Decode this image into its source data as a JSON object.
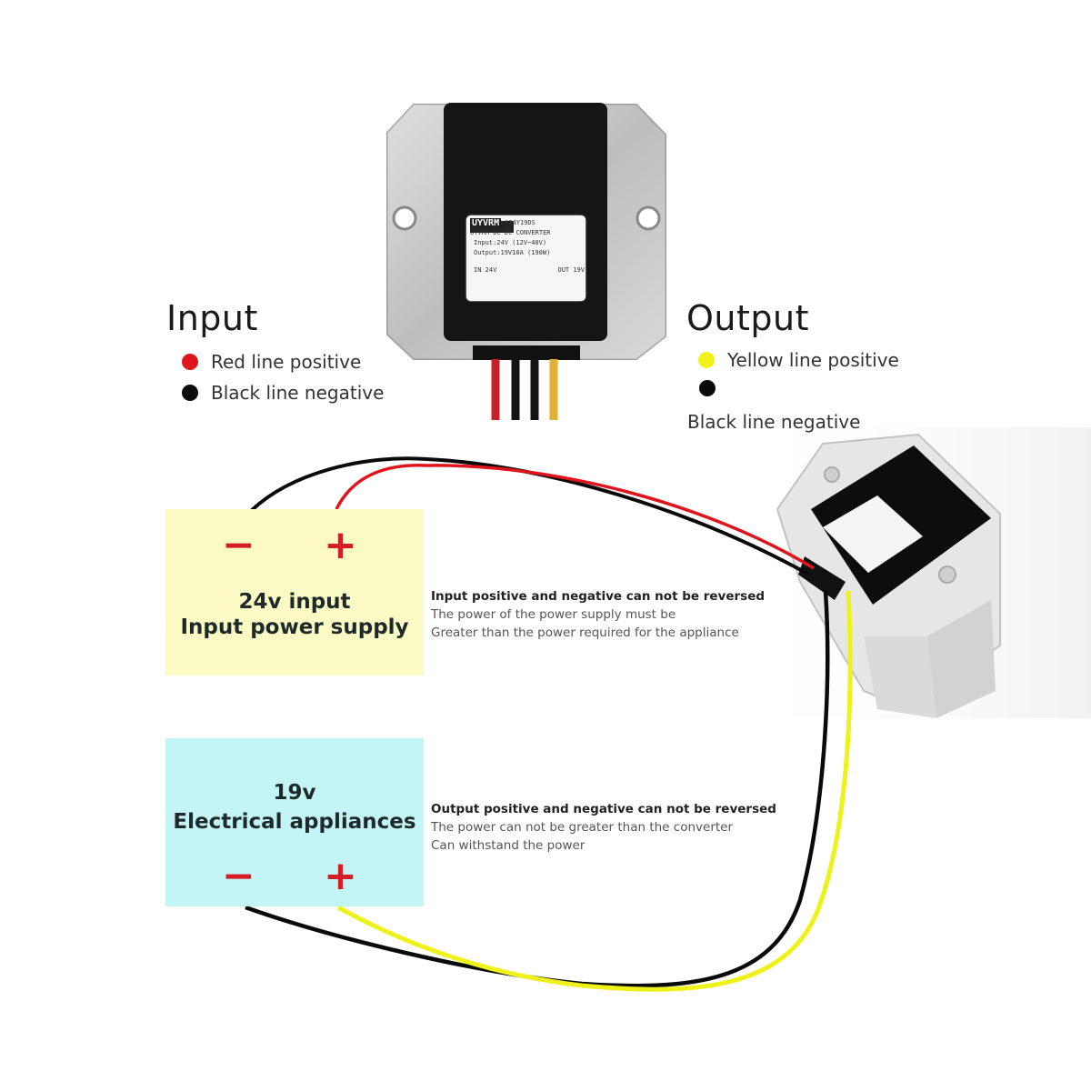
{
  "product": {
    "brand": "UYVRM",
    "model": "X24Y19DS",
    "subtitle": "UYVRM DC-DC CONVERTER",
    "spec_input": "Input:24V (12V~40V)",
    "spec_output": "Output:19V10A (190W)",
    "pin_left": "IN 24V",
    "pin_right": "OUT 19V"
  },
  "input_legend": {
    "heading": "Input",
    "items": [
      {
        "label": "Red line positive",
        "color": "#e0141c"
      },
      {
        "label": "Black line negative",
        "color": "#0a0a0a"
      }
    ]
  },
  "output_legend": {
    "heading": "Output",
    "items": [
      {
        "label": "Yellow line positive",
        "color": "#f2f21a"
      },
      {
        "label": "Black line negative",
        "color": "#0a0a0a"
      }
    ]
  },
  "input_box": {
    "minus": "−",
    "plus": "+",
    "title_line1": "24v input",
    "title_line2": "Input power supply",
    "bg_color": "#fbfac4"
  },
  "output_box": {
    "title_line1": "19v",
    "title_line2": "Electrical appliances",
    "minus": "−",
    "plus": "+",
    "bg_color": "#c4f5f6"
  },
  "input_note": {
    "heading": "Input positive and negative can not be reversed",
    "line1": "The power of the power supply must be",
    "line2": "Greater than the power required for the appliance"
  },
  "output_note": {
    "heading": "Output positive and negative can not be reversed",
    "line1": "The power can not be greater than the converter",
    "line2": "Can withstand the power"
  },
  "colors": {
    "wire_red": "#e0141c",
    "wire_black": "#0a0a0a",
    "wire_yellow": "#eef21a",
    "sign_red": "#d41d24"
  }
}
